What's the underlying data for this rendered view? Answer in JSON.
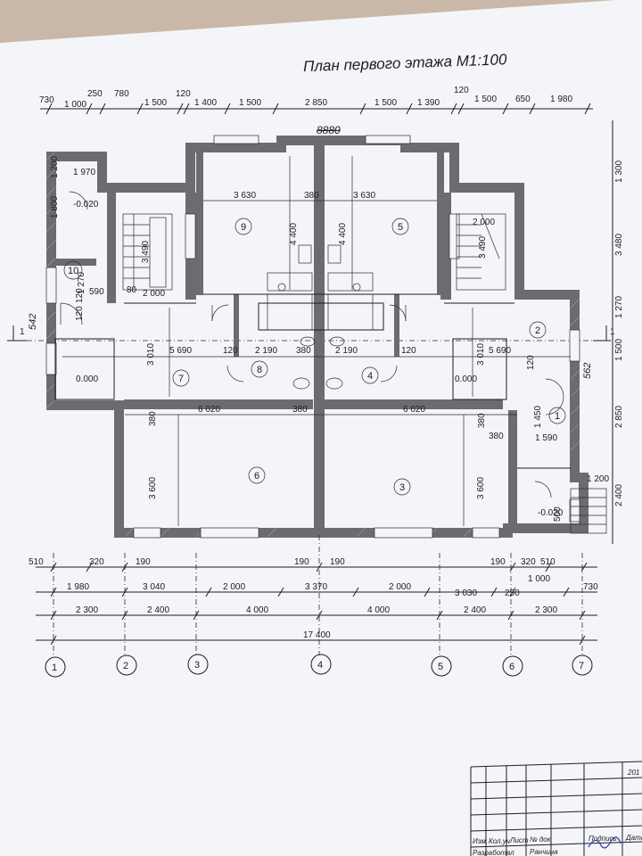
{
  "title": "План первого этажа М1:100",
  "handwritten_top": "8880",
  "handwritten_left": "542",
  "handwritten_right": "562",
  "dims_top_row1": [
    "730",
    "250",
    "780",
    "120",
    "1 500",
    "1 400",
    "1 500",
    "2 850",
    "1 500",
    "1 390",
    "120",
    "1 500",
    "650",
    "1 980"
  ],
  "dims_top_row2": [
    "1 000"
  ],
  "dims_right": [
    "1 300",
    "3 480",
    "1 270",
    "1 500",
    "2 850",
    "2 400"
  ],
  "dims_bottom_row1": [
    "510",
    "320",
    "190",
    "190",
    "190",
    "190",
    "320",
    "510"
  ],
  "dims_bottom_row2": [
    "1 980",
    "3 040",
    "2 000",
    "3 370",
    "2 000",
    "3 030",
    "250",
    "1 000",
    "730"
  ],
  "dims_bottom_row3": [
    "2 300",
    "2 400",
    "4 000",
    "4 000",
    "2 400",
    "2 300"
  ],
  "dims_bottom_total": "17 400",
  "axes": [
    "1",
    "2",
    "3",
    "4",
    "5",
    "6",
    "7"
  ],
  "rooms": [
    "1",
    "2",
    "3",
    "4",
    "5",
    "6",
    "7",
    "8",
    "9",
    "10"
  ],
  "levels": [
    "-0.020",
    "0.000",
    "0.000",
    "-0.020"
  ],
  "interior_dims": {
    "d1970": "1 970",
    "d1200": "1 200",
    "d1800": "1 800",
    "d1270": "1 270",
    "d590a": "590",
    "d120a": "120",
    "d80": "80",
    "d2000a": "2 000",
    "d3490a": "3 490",
    "d3630a": "3 630",
    "d380a": "380",
    "d3630b": "3 630",
    "d4400a": "4 400",
    "d4400b": "4 400",
    "d2000b": "2 000",
    "d3490b": "3 490",
    "d5690a": "5 690",
    "d120b": "120",
    "d2190a": "2 190",
    "d380b": "380",
    "d2190b": "2 190",
    "d120c": "120",
    "d5690b": "5 690",
    "d3010a": "3 010",
    "d3010b": "3 010",
    "d380c": "380",
    "d6020a": "6 020",
    "d380d": "380",
    "d6020b": "6 020",
    "d380e": "380",
    "d380f": "380",
    "d1450": "1 450",
    "d1590": "1 590",
    "d120d": "120",
    "d3600a": "3 600",
    "d3600b": "3 600",
    "d1200b": "1 200",
    "d500": "500",
    "d120e": "120"
  },
  "section_mark": "1",
  "stamp": {
    "headers": [
      "Изм.",
      "Кол.уч",
      "Лист",
      "№ док",
      "Подпись",
      "Дата"
    ],
    "row_label": "Разработал",
    "row_name": "Ранчина",
    "year": "201"
  }
}
